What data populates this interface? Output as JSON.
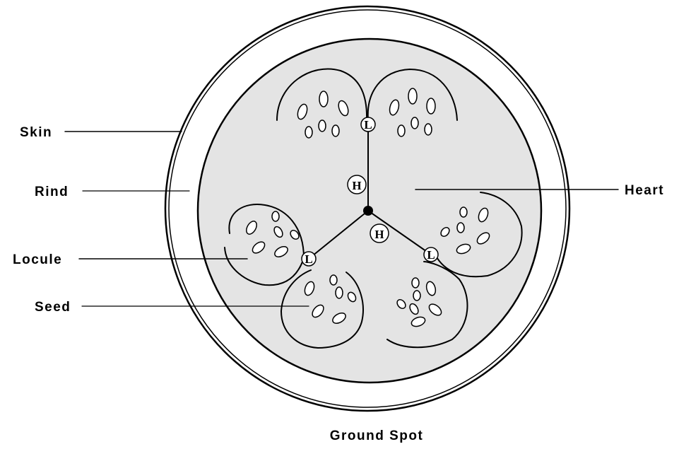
{
  "labels": {
    "skin": "Skin",
    "rind": "Rind",
    "locule": "Locule",
    "seed": "Seed",
    "heart": "Heart",
    "ground_spot": "Ground Spot"
  },
  "markers": {
    "heart_marker": "H",
    "locule_marker": "L"
  },
  "colors": {
    "flesh": "#e4e4e4",
    "rind": "#ffffff",
    "ink": "#000000"
  }
}
